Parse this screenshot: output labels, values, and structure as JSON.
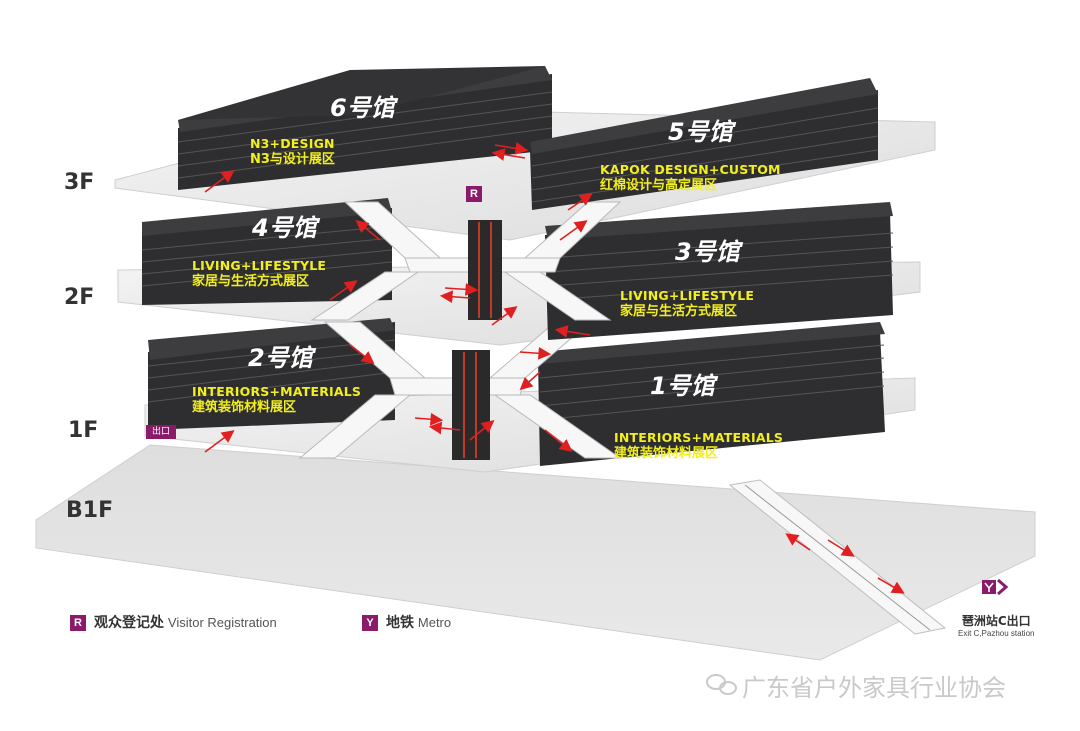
{
  "floors": {
    "f3": "3F",
    "f2": "2F",
    "f1": "1F",
    "b1": "B1F"
  },
  "halls": {
    "h6": {
      "name": "6号馆",
      "zone_en": "N3+DESIGN",
      "zone_cn": "N3与设计展区"
    },
    "h5": {
      "name": "5号馆",
      "zone_en": "KAPOK DESIGN+CUSTOM",
      "zone_cn": "红棉设计与高定展区"
    },
    "h4": {
      "name": "4号馆",
      "zone_en": "LIVING+LIFESTYLE",
      "zone_cn": "家居与生活方式展区"
    },
    "h3": {
      "name": "3号馆",
      "zone_en": "LIVING+LIFESTYLE",
      "zone_cn": "家居与生活方式展区"
    },
    "h2": {
      "name": "2号馆",
      "zone_en": "INTERIORS+MATERIALS",
      "zone_cn": "建筑装饰材料展区"
    },
    "h1": {
      "name": "1号馆",
      "zone_en": "INTERIORS+MATERIALS",
      "zone_cn": "建筑装饰材料展区"
    }
  },
  "markers": {
    "registration": "R",
    "exit_sign": "出口"
  },
  "legend": {
    "registration_badge": "R",
    "registration_cn": "观众登记处",
    "registration_en": "Visitor  Registration",
    "metro_badge": "Y",
    "metro_cn": "地铁",
    "metro_en": "Metro"
  },
  "exit": {
    "cn": "琶洲站C出口",
    "en": "Exit C,Pazhou station"
  },
  "watermark": "广东省户外家具行业协会",
  "colors": {
    "hall": "#3a3a3c",
    "zone_text": "#f2ef1d",
    "accent": "#8a1a6a",
    "arrow": "#e02020",
    "floor": "#ebebeb"
  }
}
